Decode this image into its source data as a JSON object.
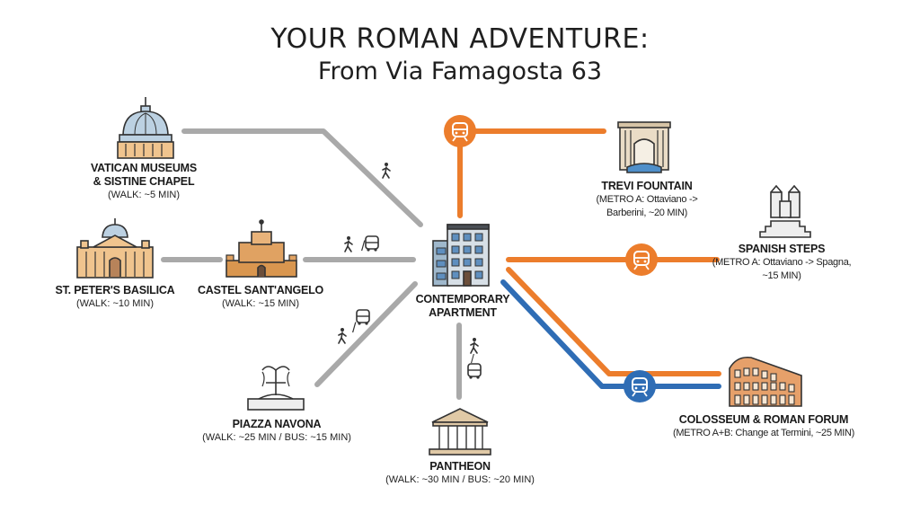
{
  "title": {
    "line1": "YOUR ROMAN ADVENTURE:",
    "line2": "From Via Famagosta 63"
  },
  "origin": {
    "name_line1": "CONTEMPORARY",
    "name_line2": "APARTMENT"
  },
  "destinations": {
    "vatican": {
      "name_line1": "VATICAN MUSEUMS",
      "name_line2": "& SISTINE CHAPEL",
      "detail": "(WALK: ~5 MIN)",
      "mode": "walk"
    },
    "st_peters": {
      "name": "ST. PETER'S BASILICA",
      "detail": "(WALK: ~10 MIN)",
      "mode": "walk"
    },
    "castel": {
      "name": "CASTEL SANT'ANGELO",
      "detail": "(WALK: ~15 MIN)",
      "mode": "walk / bus"
    },
    "navona": {
      "name": "PIAZZA NAVONA",
      "detail": "(WALK: ~25 MIN / BUS: ~15 MIN)",
      "mode": "walk / bus"
    },
    "pantheon": {
      "name": "PANTHEON",
      "detail": "(WALK: ~30 MIN / BUS: ~20 MIN)",
      "mode": "walk / bus"
    },
    "trevi": {
      "name": "TREVI FOUNTAIN",
      "detail_line1": "(METRO A: Ottaviano ->",
      "detail_line2": "Barberini, ~20 MIN)",
      "mode": "metro A"
    },
    "spanish": {
      "name": "SPANISH STEPS",
      "detail_line1": "(METRO A: Ottaviano -> Spagna,",
      "detail_line2": "~15 MIN)",
      "mode": "metro A"
    },
    "colosseum": {
      "name": "COLOSSEUM & ROMAN FORUM",
      "detail": "(METRO A+B: Change at Termini, ~25 MIN)",
      "mode": "metro A+B"
    }
  },
  "colors": {
    "walk_route": "#a9a9a9",
    "metro_a": "#ec7d2c",
    "metro_b": "#2f6db5",
    "icon_fill": "#f0c48e",
    "icon_stroke": "#333333",
    "glass_blue": "#8fb3d1"
  }
}
